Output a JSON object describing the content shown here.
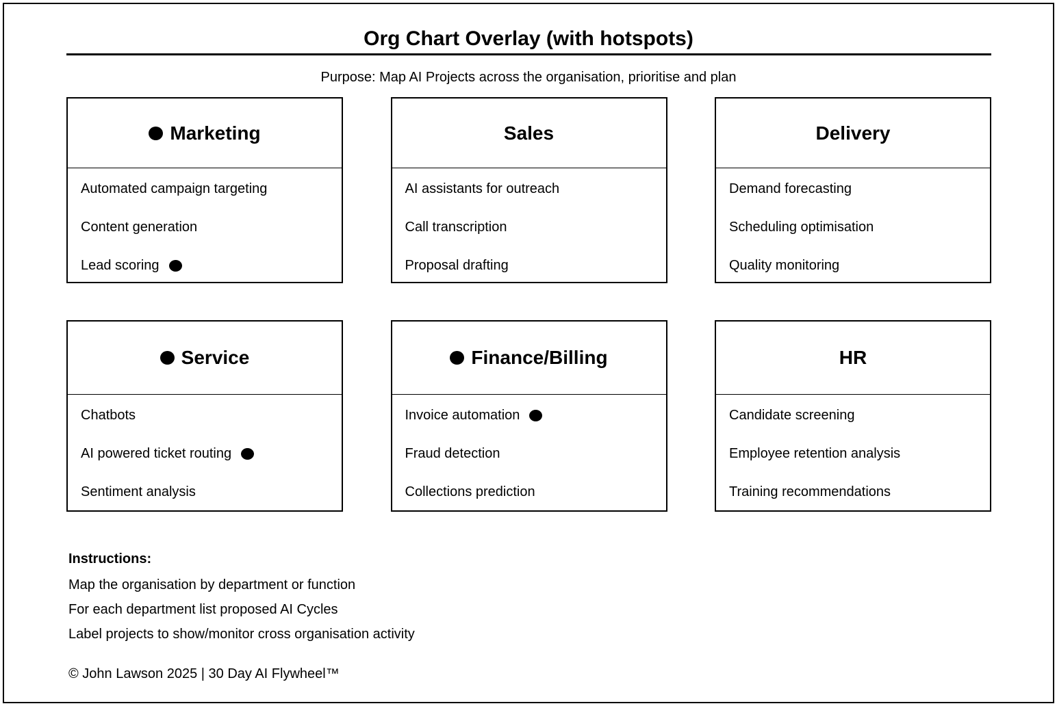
{
  "page": {
    "title": "Org Chart Overlay (with hotspots)",
    "subtitle": "Purpose: Map AI Projects across the organisation, prioritise and plan",
    "footer": "© John Lawson 2025 | 30 Day AI Flywheel™"
  },
  "hotspot_color": "#000000",
  "departments": [
    {
      "name": "Marketing",
      "title_hotspot": true,
      "projects": [
        {
          "label": "Automated campaign targeting",
          "hotspot": false
        },
        {
          "label": "Content generation",
          "hotspot": false
        },
        {
          "label": "Lead scoring",
          "hotspot": true
        }
      ]
    },
    {
      "name": "Sales",
      "title_hotspot": false,
      "projects": [
        {
          "label": "AI assistants for outreach",
          "hotspot": false
        },
        {
          "label": "Call transcription",
          "hotspot": false
        },
        {
          "label": "Proposal drafting",
          "hotspot": false
        }
      ]
    },
    {
      "name": "Delivery",
      "title_hotspot": false,
      "projects": [
        {
          "label": "Demand forecasting",
          "hotspot": false
        },
        {
          "label": "Scheduling optimisation",
          "hotspot": false
        },
        {
          "label": "Quality monitoring",
          "hotspot": false
        }
      ]
    },
    {
      "name": "Service",
      "title_hotspot": true,
      "projects": [
        {
          "label": "Chatbots",
          "hotspot": false
        },
        {
          "label": "AI powered ticket routing",
          "hotspot": true
        },
        {
          "label": "Sentiment analysis",
          "hotspot": false
        }
      ]
    },
    {
      "name": "Finance/Billing",
      "title_hotspot": true,
      "projects": [
        {
          "label": "Invoice automation",
          "hotspot": true
        },
        {
          "label": "Fraud detection",
          "hotspot": false
        },
        {
          "label": "Collections prediction",
          "hotspot": false
        }
      ]
    },
    {
      "name": "HR",
      "title_hotspot": false,
      "projects": [
        {
          "label": "Candidate screening",
          "hotspot": false
        },
        {
          "label": "Employee retention analysis",
          "hotspot": false
        },
        {
          "label": "Training recommendations",
          "hotspot": false
        }
      ]
    }
  ],
  "instructions": {
    "heading": "Instructions:",
    "lines": [
      "Map the organisation by department or function",
      "For each department list proposed AI Cycles",
      "Label projects to show/monitor cross organisation activity"
    ]
  }
}
